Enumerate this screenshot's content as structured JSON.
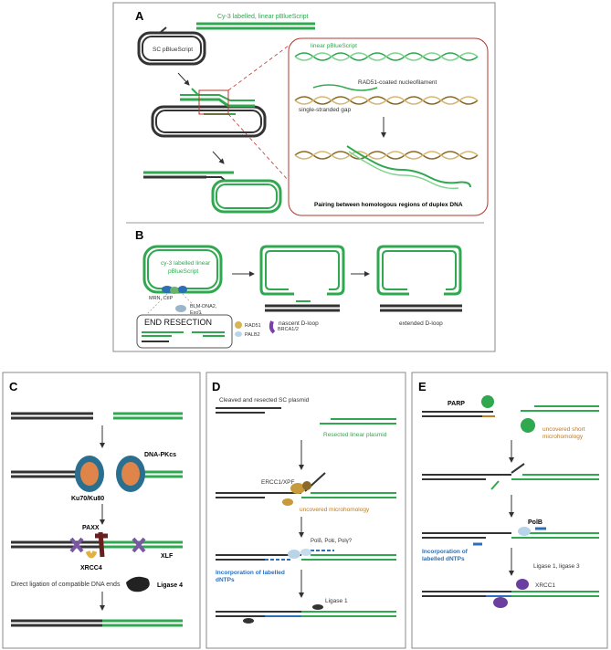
{
  "colors": {
    "green": "#2fa84f",
    "dark": "#2b2b2b",
    "red": "#b5362b",
    "blue": "#2b6fb8",
    "orange": "#c07a1e",
    "frame": "#777777"
  },
  "panelA": {
    "label": "A",
    "cy3": "Cy-3 labelled, linear pBlueScript",
    "sc": "SC pBlueScript",
    "inset": {
      "linear": "linear pBlueScript",
      "rad51": "RAD51-coated nucleofilament",
      "gap": "single-stranded gap",
      "pairing": "Pairing between homologous regions of duplex DNA"
    }
  },
  "panelB": {
    "label": "B",
    "cy3line1": "cy-3 labelled linear",
    "cy3line2": "pBlueScript",
    "mrn": "MRN, CtIP",
    "blm1": "BLM-DNA2,",
    "blm2": "Exo1",
    "endres": "END RESECTION",
    "nascent": "nascent D-loop",
    "extended": "extended D-loop",
    "rad51": "RAD51",
    "palb2": "PALB2",
    "brca": "BRCA1/2"
  },
  "panelC": {
    "label": "C",
    "dnapkcs": "DNA-PKcs",
    "ku": "Ku70/Ku80",
    "paxx": "PAXX",
    "xlf": "XLF",
    "xrcc4": "XRCC4",
    "direct": "Direct ligation of compatible DNA ends",
    "ligase4": "Ligase 4"
  },
  "panelD": {
    "label": "D",
    "cleaved": "Cleaved and resected SC plasmid",
    "resected": "Resected linear plasmid",
    "ercc": "ERCC1/XPF",
    "uncovered": "uncovered microhomology",
    "pols": "Polδ, Polε, Polγ?",
    "incorp1": "Incorporation of labelled",
    "incorp2": "dNTPs",
    "ligase1": "Ligase 1"
  },
  "panelE": {
    "label": "E",
    "parp": "PARP",
    "unc1": "uncovered short",
    "unc2": "microhomology",
    "polb": "PolB",
    "incorp1": "Incorporation of",
    "incorp2": "labelled dNTPs",
    "ligase": "Ligase 1, ligase 3",
    "xrcc1": "XRCC1"
  }
}
